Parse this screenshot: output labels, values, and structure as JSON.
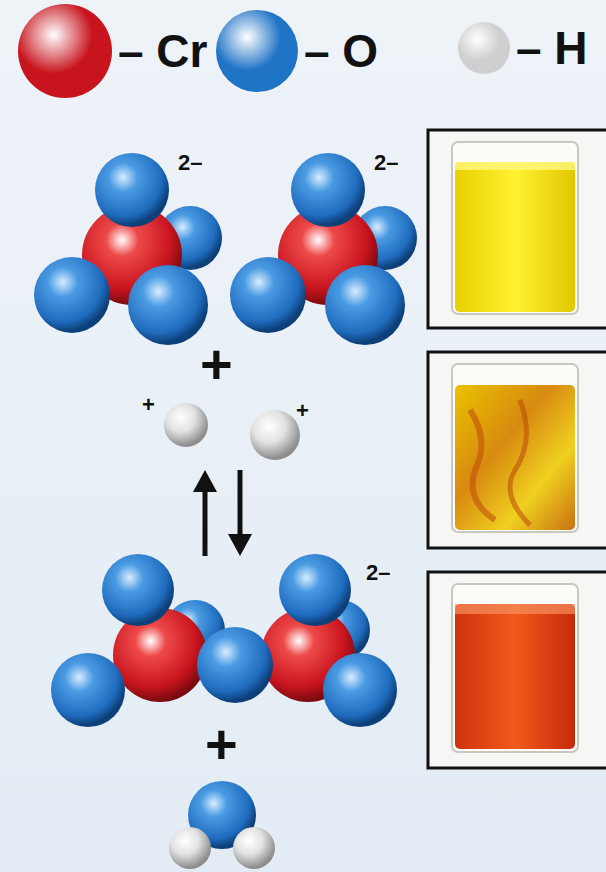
{
  "diagram": {
    "labels": [
      "2–",
      "2–",
      "+",
      "+",
      "+",
      "2–",
      "+"
    ],
    "legend": [
      {
        "text": "– Cr",
        "color": "#c8141e"
      },
      {
        "text": "– O",
        "color": "#1f74c6"
      },
      {
        "text": "– H",
        "color": "#cfcfcf"
      }
    ]
  }
}
